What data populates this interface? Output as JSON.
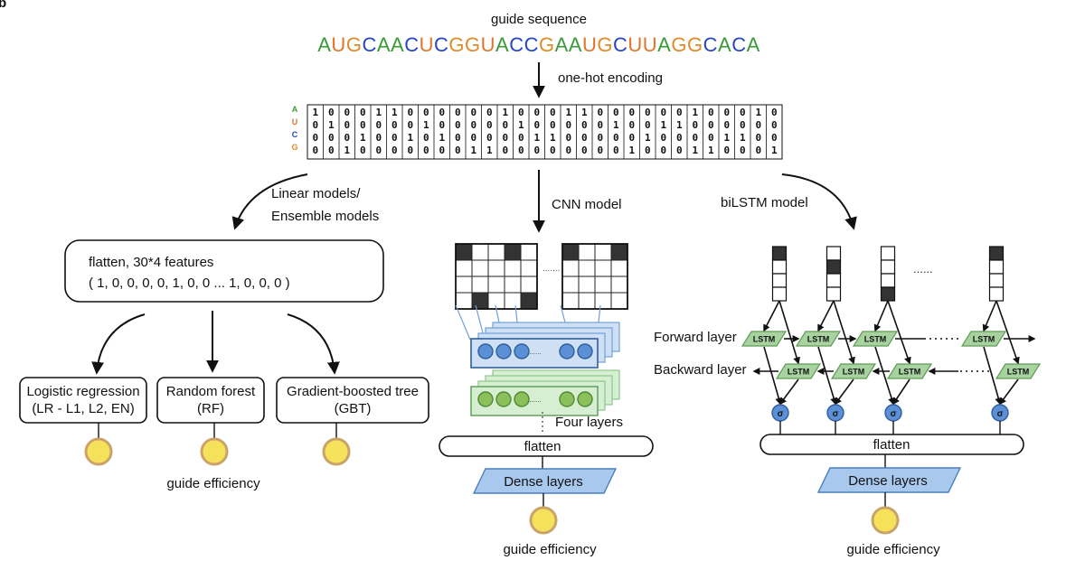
{
  "panel_letter": "b",
  "guide_sequence": {
    "title": "guide sequence",
    "bases": "AUGCAACUCGGUACCGAAUGCUUAGGCACA"
  },
  "colors": {
    "A": "#3a9a3a",
    "U": "#e0762a",
    "G": "#e08a2a",
    "C": "#2646c4",
    "cnn_layer_fill": "#cfe0f5",
    "cnn_layer_stroke": "#6fa0d8",
    "cnn_node": "#5b8fd6",
    "cnn2_layer_fill": "#d6efd2",
    "cnn2_layer_stroke": "#8cc78a",
    "cnn2_node": "#8cc05a",
    "lstm_fill": "#a8d3a0",
    "sigma_fill": "#5b8fd6",
    "dense_fill": "#a9c8ee",
    "output_fill": "#f5e15a",
    "output_stroke": "#c9a46a"
  },
  "encoding": {
    "label": "one-hot encoding",
    "row_labels": [
      "A",
      "U",
      "C",
      "G"
    ],
    "row_colors": [
      "#3a9a3a",
      "#e0762a",
      "#2646c4",
      "#e08a2a"
    ],
    "rows": [
      "100011000000100011000000100010",
      "010000010000010000010011000000",
      "000100101000001100000100001100",
      "001000000011000000001000110001"
    ]
  },
  "linear": {
    "branch_label_1": "Linear models/",
    "branch_label_2": "Ensemble models",
    "features_title": "flatten, 30*4 features",
    "features_values": "( 1, 0, 0, 0, 0, 1, 0, 0 ... 1, 0, 0, 0 )",
    "models": [
      {
        "line1": "Logistic regression",
        "line2": "(LR - L1, L2, EN)"
      },
      {
        "line1": "Random forest",
        "line2": "(RF)"
      },
      {
        "line1": "Gradient-boosted tree",
        "line2": "(GBT)"
      }
    ],
    "output_label": "guide efficiency"
  },
  "cnn": {
    "branch_label": "CNN model",
    "filter1": [
      [
        1,
        0,
        0,
        1,
        0
      ],
      [
        0,
        0,
        0,
        0,
        0
      ],
      [
        0,
        0,
        0,
        0,
        0
      ],
      [
        0,
        1,
        0,
        0,
        1
      ]
    ],
    "filter2": [
      [
        1,
        0,
        0,
        1
      ],
      [
        0,
        0,
        0,
        0
      ],
      [
        0,
        0,
        0,
        0
      ],
      [
        0,
        0,
        0,
        0
      ]
    ],
    "layers_label": "Four layers",
    "flatten_label": "flatten",
    "dense_label": "Dense layers",
    "output_label": "guide efficiency"
  },
  "bilstm": {
    "branch_label": "biLSTM model",
    "inputs": [
      [
        1,
        0,
        0,
        0
      ],
      [
        0,
        1,
        0,
        0
      ],
      [
        0,
        0,
        0,
        1
      ],
      [
        1,
        0,
        0,
        0
      ]
    ],
    "dots": "......",
    "forward_label": "Forward layer",
    "backward_label": "Backward layer",
    "cell_label": "LSTM",
    "sigma_label": "σ",
    "flatten_label": "flatten",
    "dense_label": "Dense layers",
    "output_label": "guide efficiency"
  }
}
